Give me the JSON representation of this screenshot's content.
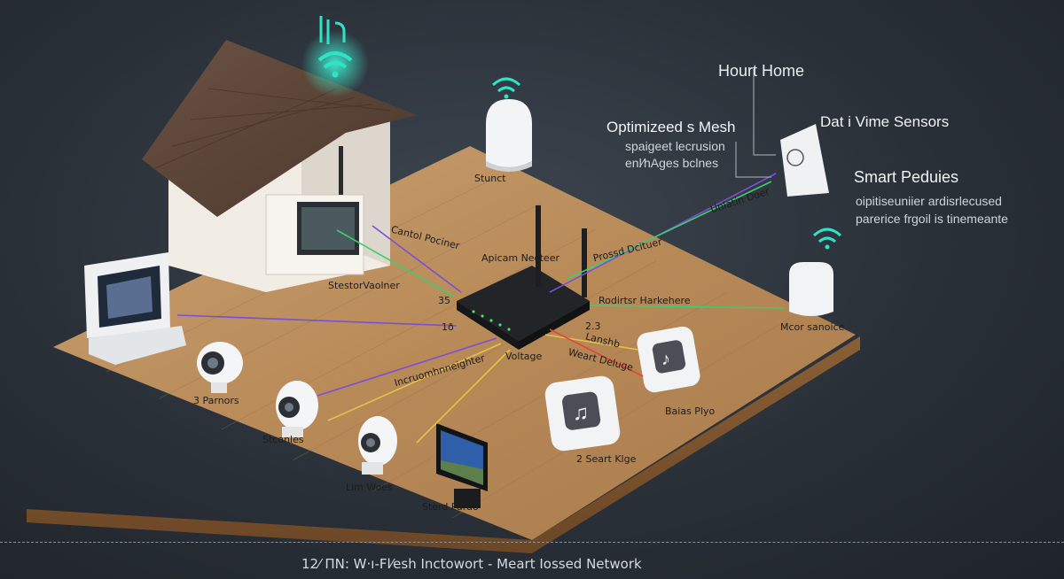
{
  "panel": {
    "heading_home": "Hourt Home",
    "mesh_title": "Optimizeed s Mesh",
    "mesh_lines": [
      "spaigeet lecrusion",
      "enl⁄hAges bclnes"
    ],
    "sensors_title": "Dat i Vime Sensors",
    "smart_title": "Smart Peduies",
    "smart_lines": [
      "oipitiseuniier ardisrlecused",
      "parerice frgoil is tinemeante"
    ]
  },
  "labels": {
    "top_ap": "Stunct",
    "control": "Cantol Pociner",
    "station": "StestorVaolner",
    "num_35": "35",
    "num_10": "1ð",
    "router": "Apicam Necteer",
    "product": "Prossd Dcituer",
    "uplink": "Unlatin Doer",
    "redirect": "Rodirtsr  Harkehere",
    "meter": "Mcor sanoice",
    "num_23": "2.3",
    "voltage": "Voltage",
    "lanshb": "Lanshb",
    "smart_deluge": "Weart Deluge",
    "issue": "Incruomhnneighter",
    "cam_1": "3 Parnors",
    "cam_2": "Stcanles",
    "cam_3": "Lim Woes",
    "monitor": "Sterd Parao",
    "speaker_1": "2 Seart Klge",
    "speaker_2": "Baias Plyo"
  },
  "footer": {
    "caption": "12⁄ ΠN: W·ı-Fl⁄esh Inctowort - Meart Iossed Network"
  },
  "colors": {
    "background": "#2a3038",
    "wood": "#b98e5f",
    "purple": "#7b4fd6",
    "green": "#3ccf6e",
    "yellow": "#e2c24b",
    "red": "#e0453a",
    "wifi": "#2fe3c7"
  },
  "icons": [
    "wifi-icon",
    "house-icon",
    "router-icon",
    "camera-icon",
    "speaker-icon",
    "monitor-icon",
    "sensor-icon",
    "access-point-icon"
  ]
}
